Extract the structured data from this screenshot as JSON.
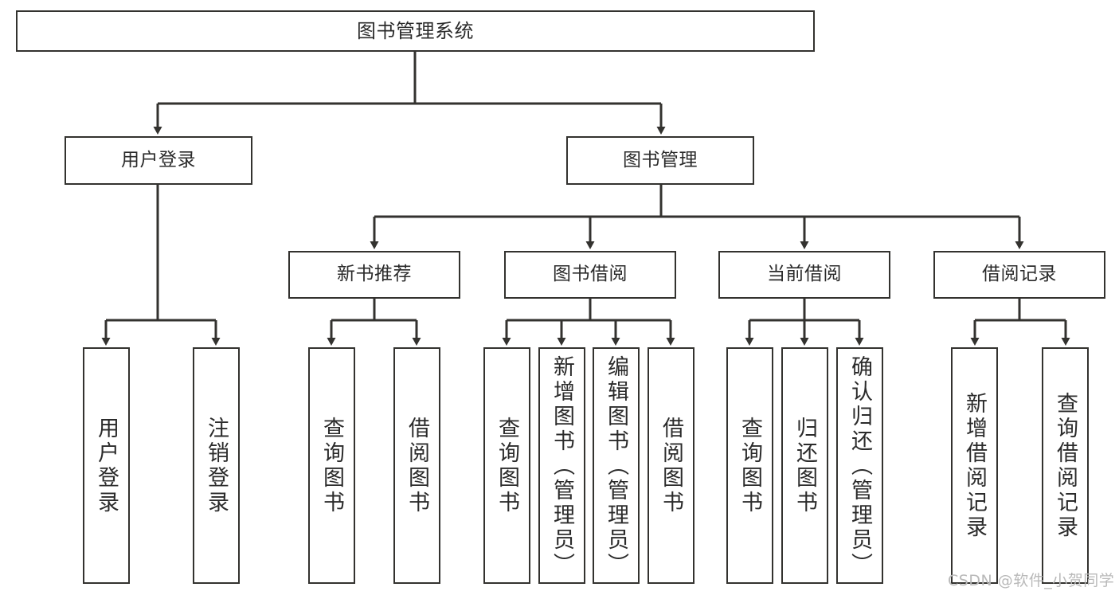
{
  "diagram": {
    "title": "图书管理系统",
    "type": "tree-hierarchy",
    "watermark": "CSDN @软件_小贺同学",
    "colors": {
      "border": "#33322f",
      "text": "#2b2b2b",
      "background": "#ffffff",
      "watermark": "#b9b9b9"
    },
    "root": {
      "label": "图书管理系统"
    },
    "level1": [
      {
        "label": "用户登录"
      },
      {
        "label": "图书管理"
      }
    ],
    "level2": [
      {
        "label": "新书推荐"
      },
      {
        "label": "图书借阅"
      },
      {
        "label": "当前借阅"
      },
      {
        "label": "借阅记录"
      }
    ],
    "leaves": {
      "user_login": [
        {
          "label": "用户登录"
        },
        {
          "label": "注销登录"
        }
      ],
      "new_book_recommend": [
        {
          "label": "查询图书"
        },
        {
          "label": "借阅图书"
        }
      ],
      "book_borrow": [
        {
          "label": "查询图书"
        },
        {
          "label": "新增图书（管理员）"
        },
        {
          "label": "编辑图书（管理员）"
        },
        {
          "label": "借阅图书"
        }
      ],
      "current_borrow": [
        {
          "label": "查询图书"
        },
        {
          "label": "归还图书"
        },
        {
          "label": "确认归还（管理员）"
        }
      ],
      "borrow_record": [
        {
          "label": "新增借阅记录"
        },
        {
          "label": "查询借阅记录"
        }
      ]
    }
  }
}
